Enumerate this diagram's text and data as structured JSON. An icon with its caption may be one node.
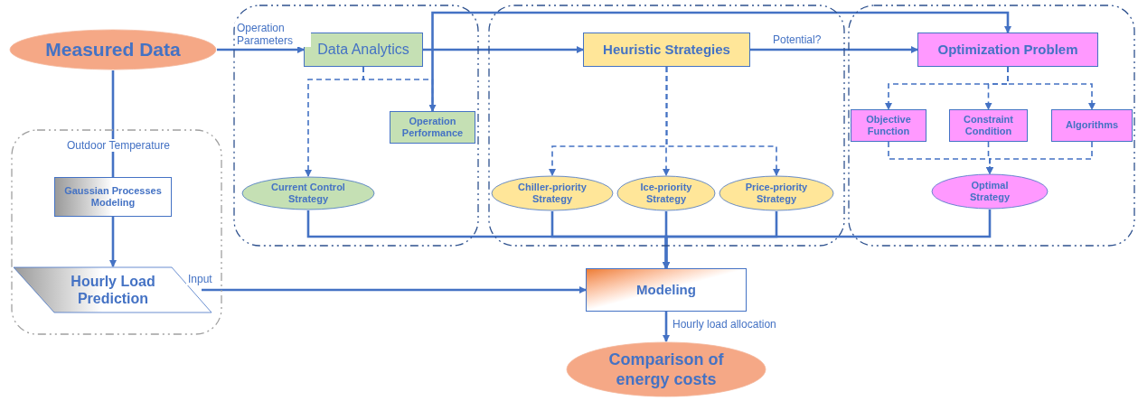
{
  "diagram": {
    "nodes": [
      {
        "text": [
          "Measured Data"
        ]
      },
      {
        "text": [],
        "shape": "box"
      },
      {
        "text": [
          "Gaussian Processes Modeling"
        ],
        "in": 1
      },
      {
        "text": [
          "Hourly Load Prediction"
        ],
        "in": 1
      },
      {
        "text": [],
        "shape": "box"
      },
      {
        "text": [
          "Data Analytics"
        ],
        "in": 4
      },
      {
        "text": [
          "Operation Performance"
        ],
        "in": 4
      },
      {
        "text": [
          "Current Control Strategy"
        ],
        "in": 4
      },
      {
        "text": [],
        "shape": "box"
      },
      {
        "text": [
          "Heuristic Strategies"
        ],
        "in": 8
      },
      {
        "text": [
          "Chiller-priority Strategy"
        ],
        "in": 8
      },
      {
        "text": [
          "Ice-priority Strategy"
        ],
        "in": 8
      },
      {
        "text": [
          "Price-priority Strategy"
        ],
        "in": 8
      },
      {
        "text": [],
        "shape": "box"
      },
      {
        "text": [
          "Optimization Problem"
        ],
        "in": 13
      },
      {
        "text": [
          "Objective Function"
        ],
        "in": 13
      },
      {
        "text": [
          "Constraint Condition"
        ],
        "in": 13
      },
      {
        "text": [
          "Algorithms"
        ],
        "in": 13
      },
      {
        "text": [
          "Optimal Strategy"
        ],
        "in": 13
      },
      {
        "text": [
          "Modeling"
        ]
      },
      {
        "text": [
          "Comparison of energy costs"
        ]
      }
    ],
    "edges": [
      {
        "from": 0,
        "to": 5,
        "arrow": "to",
        "label": "Operation Parameters"
      },
      {
        "from": 0,
        "to": 2,
        "arrow": "none",
        "label": "Outdoor Temperature"
      },
      {
        "from": 2,
        "to": 3,
        "arrow": "to"
      },
      {
        "from": 3,
        "to": 19,
        "arrow": "to",
        "label": "Input"
      },
      {
        "from": 5,
        "to": 7,
        "arrow": "to",
        "style": "dashed"
      },
      {
        "from": 5,
        "to": 6,
        "arrow": "to",
        "style": "dashed"
      },
      {
        "from": 5,
        "to": 9,
        "arrow": "to"
      },
      {
        "from": 6,
        "to": 14,
        "arrow": "to"
      },
      {
        "from": 9,
        "to": 14,
        "arrow": "to",
        "label": "Potential?"
      },
      {
        "from": 9,
        "to": 10,
        "arrow": "to",
        "style": "dashed"
      },
      {
        "from": 9,
        "to": 11,
        "arrow": "to",
        "style": "dashed"
      },
      {
        "from": 9,
        "to": 12,
        "arrow": "to",
        "style": "dashed"
      },
      {
        "from": 14,
        "to": 15,
        "arrow": "to",
        "style": "dashed"
      },
      {
        "from": 14,
        "to": 16,
        "arrow": "to",
        "style": "dashed"
      },
      {
        "from": 14,
        "to": 17,
        "arrow": "to",
        "style": "dashed"
      },
      {
        "from": 15,
        "to": 18,
        "arrow": "to",
        "style": "dashed"
      },
      {
        "from": 16,
        "to": 18,
        "arrow": "to",
        "style": "dashed"
      },
      {
        "from": 17,
        "to": 18,
        "arrow": "to",
        "style": "dashed"
      },
      {
        "from": 7,
        "to": 19,
        "arrow": "to"
      },
      {
        "from": 10,
        "to": 19,
        "arrow": "to"
      },
      {
        "from": 11,
        "to": 19,
        "arrow": "to"
      },
      {
        "from": 12,
        "to": 19,
        "arrow": "to"
      },
      {
        "from": 18,
        "to": 19,
        "arrow": "to"
      },
      {
        "from": 19,
        "to": 20,
        "arrow": "to",
        "label": "Hourly load allocation"
      }
    ]
  }
}
